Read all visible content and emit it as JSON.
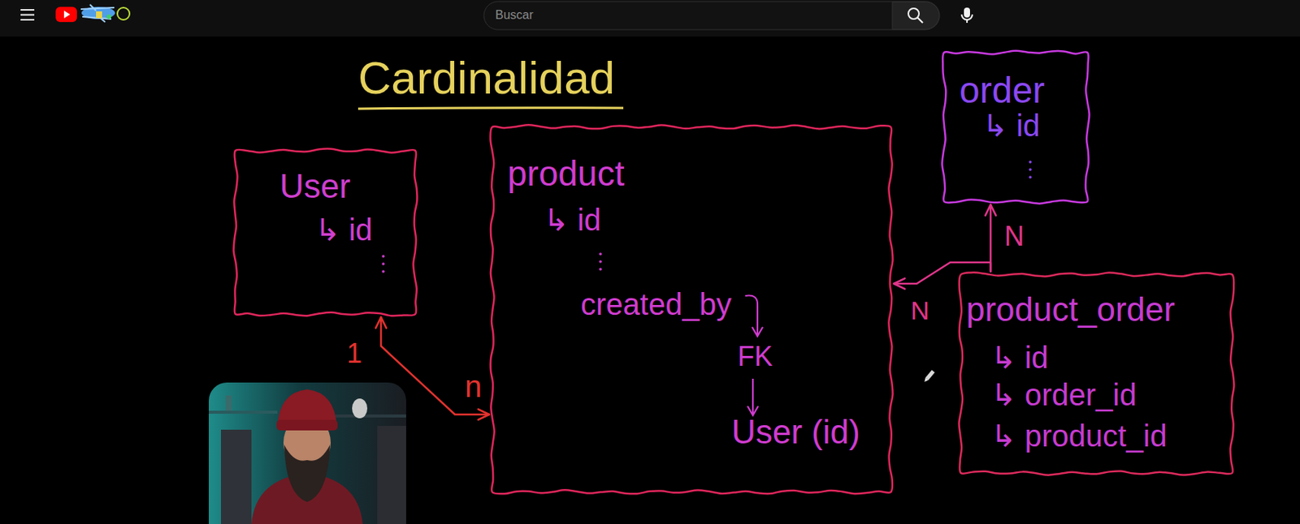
{
  "diagram": {
    "title": "Cardinalidad",
    "nodes": [
      {
        "text": [
          "User",
          "↳ id"
        ]
      },
      {
        "text": [
          "product",
          "↳ id",
          "created_by",
          "FK",
          "User (id)"
        ]
      },
      {
        "text": [
          "order",
          "↳ id"
        ]
      },
      {
        "text": [
          "product_order",
          "↳ id",
          "↳ order_id",
          "↳ product_id"
        ]
      }
    ],
    "edges": [
      {
        "from": 0,
        "to": 1,
        "arrow": "both"
      },
      {
        "from": 3,
        "to": 2,
        "arrow": "to"
      },
      {
        "from": 3,
        "to": 1,
        "arrow": "to"
      }
    ],
    "labels": [
      "Buscar",
      "1",
      "n",
      "N",
      "N"
    ]
  }
}
